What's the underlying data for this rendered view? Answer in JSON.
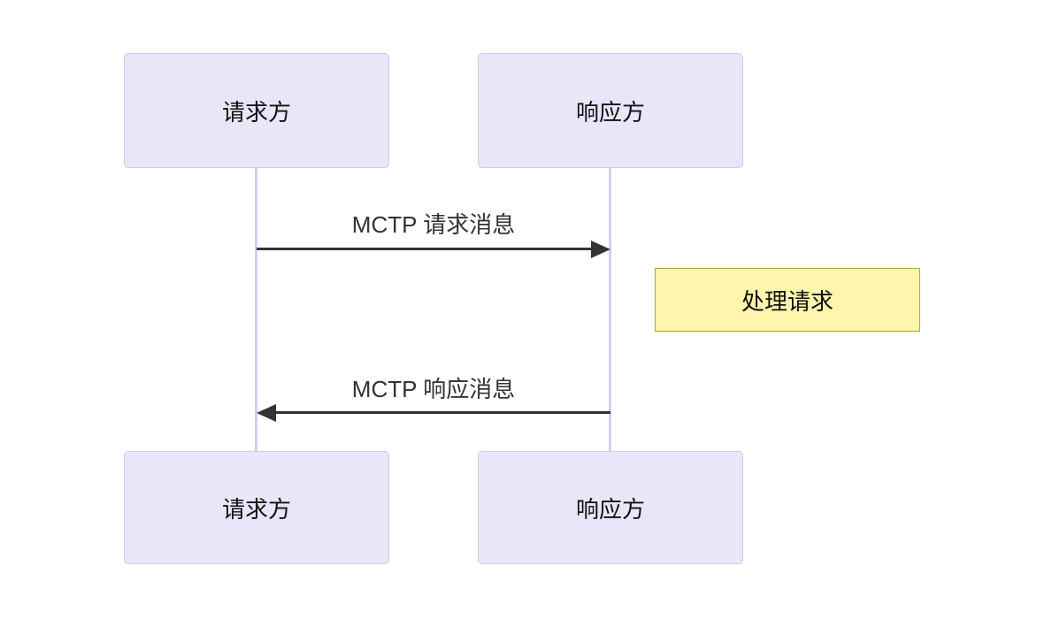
{
  "diagram": {
    "type": "sequence-diagram",
    "background": "#ffffff",
    "actors": [
      {
        "id": "requester",
        "label": "请求方"
      },
      {
        "id": "responder",
        "label": "响应方"
      }
    ],
    "messages": [
      {
        "label": "MCTP 请求消息",
        "from": "requester",
        "to": "responder",
        "direction": "right",
        "line_style": "solid"
      },
      {
        "label": "MCTP 响应消息",
        "from": "responder",
        "to": "requester",
        "direction": "left",
        "line_style": "solid"
      }
    ],
    "note": {
      "label": "处理请求",
      "position": "right-of-responder"
    },
    "colors": {
      "actor_fill": "#e9e6f9",
      "actor_border": "#d2c7ee",
      "lifeline": "#d8ccf0",
      "message_line": "#333333",
      "message_text": "#333333",
      "note_fill": "#fff5ad",
      "note_border": "#aaaa33",
      "actor_text": "#111111"
    }
  }
}
